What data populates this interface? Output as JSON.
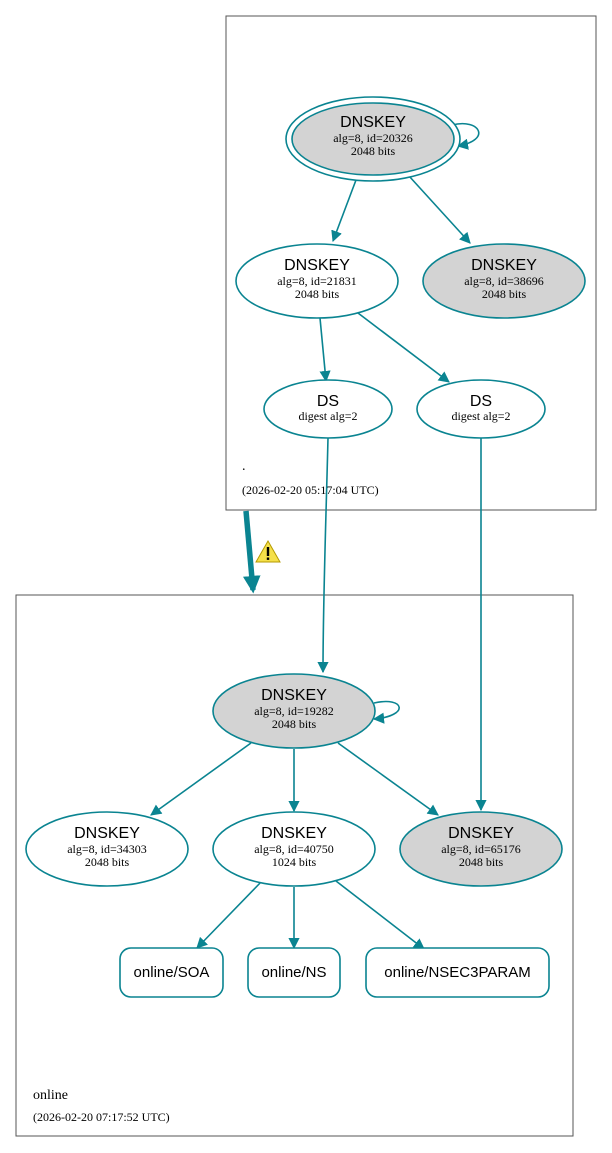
{
  "colors": {
    "edge": "#0a8491",
    "node_stroke": "#0a8491",
    "sep_fill": "#d3d3d3",
    "cluster_stroke": "#555555",
    "warning_fill": "#f5e04a"
  },
  "zones": {
    "root": {
      "name": ".",
      "timestamp": "(2026-02-20 05:17:04 UTC)"
    },
    "online": {
      "name": "online",
      "timestamp": "(2026-02-20 07:17:52 UTC)"
    }
  },
  "nodes": {
    "root_ksk": {
      "title": "DNSKEY",
      "line1": "alg=8, id=20326",
      "line2": "2048 bits"
    },
    "root_zsk": {
      "title": "DNSKEY",
      "line1": "alg=8, id=21831",
      "line2": "2048 bits"
    },
    "root_key2": {
      "title": "DNSKEY",
      "line1": "alg=8, id=38696",
      "line2": "2048 bits"
    },
    "ds1": {
      "title": "DS",
      "line1": "digest alg=2"
    },
    "ds2": {
      "title": "DS",
      "line1": "digest alg=2"
    },
    "online_ksk": {
      "title": "DNSKEY",
      "line1": "alg=8, id=19282",
      "line2": "2048 bits"
    },
    "online_key_34303": {
      "title": "DNSKEY",
      "line1": "alg=8, id=34303",
      "line2": "2048 bits"
    },
    "online_zsk": {
      "title": "DNSKEY",
      "line1": "alg=8, id=40750",
      "line2": "1024 bits"
    },
    "online_key_65176": {
      "title": "DNSKEY",
      "line1": "alg=8, id=65176",
      "line2": "2048 bits"
    }
  },
  "rrsets": {
    "soa": "online/SOA",
    "ns": "online/NS",
    "nsec3param": "online/NSEC3PARAM"
  },
  "icons": {
    "delegation_warning": "warning-icon"
  }
}
